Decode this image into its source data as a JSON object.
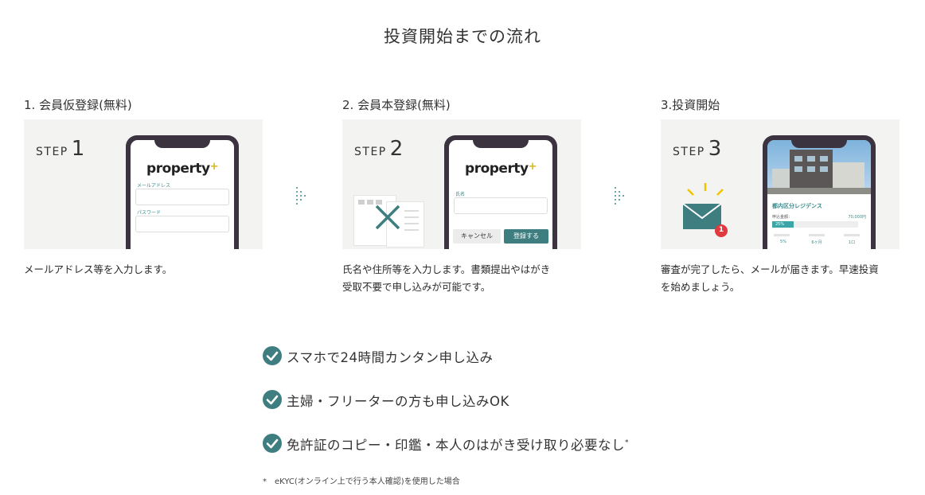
{
  "page_title": "投資開始までの流れ",
  "steps": [
    {
      "heading": "1. 会員仮登録(無料)",
      "step_word": "STEP",
      "step_num": "1",
      "logo_text": "property",
      "logo_plus": "+",
      "email_label": "メールアドレス",
      "password_label": "パスワード",
      "description": "メールアドレス等を入力します。"
    },
    {
      "heading": "2. 会員本登録(無料)",
      "step_word": "STEP",
      "step_num": "2",
      "logo_text": "property",
      "logo_plus": "+",
      "name_label": "氏名",
      "cancel_label": "キャンセル",
      "register_label": "登録する",
      "description_line1": "氏名や住所等を入力します。書類提出やはがき",
      "description_line2": "受取不要で申し込みが可能です。"
    },
    {
      "heading": "3.投資開始",
      "step_word": "STEP",
      "step_num": "3",
      "property_name": "都内区分レジデンス",
      "amount_label": "申込金額：",
      "amount_value": "70,000円",
      "progress_label": "25%",
      "progress_value": 0.25,
      "stat1": "5%",
      "stat2": "6ヶ月",
      "stat3": "1口",
      "notification_badge": "1",
      "description_line1": "審査が完了したら、メールが届きます。早速投資",
      "description_line2": "を始めましょう。"
    }
  ],
  "checks": [
    {
      "text": "スマホで24時間カンタン申し込み"
    },
    {
      "text": "主婦・フリーターの方も申し込みOK"
    },
    {
      "text": "免許証のコピー・印鑑・本人のはがき受け取り必要なし",
      "sup": "*"
    }
  ],
  "footnote": "*　eKYC(オンライン上で行う本人確認)を使用した場合",
  "colors": {
    "teal": "#3f7e80",
    "phone": "#3b3340",
    "card_bg": "#f3f3f1",
    "accent_yellow": "#f2c400",
    "badge_red": "#e0393e"
  }
}
